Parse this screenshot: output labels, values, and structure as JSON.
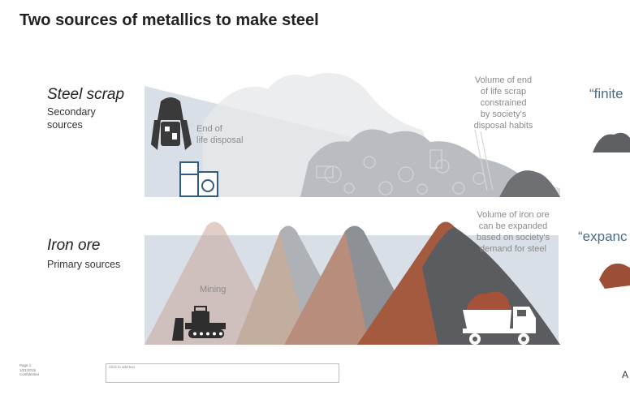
{
  "title": "Two sources of metallics to make steel",
  "steel_scrap": {
    "heading": "Steel scrap",
    "subheading": "Secondary\nsources",
    "disposal_label": "End of\nlife disposal",
    "note": "Volume of end\nof life scrap\nconstrained\nby society's\ndisposal habits",
    "quote": "“finite"
  },
  "iron_ore": {
    "heading": "Iron ore",
    "subheading": "Primary sources",
    "mining_label": "Mining",
    "note": "Volume of iron ore\ncan be expanded\nbased on society's\ndemand for steel",
    "quote": "“expanc"
  },
  "footer": {
    "page_meta": "Page 1\n1/01/2015\nConfidential",
    "textbox_placeholder": "Click to add text",
    "corner_text": "A"
  },
  "colors": {
    "panel": "#d9dfe6",
    "scrap_pile": "#b9bcc0",
    "mountain_pink": "#c9a69a",
    "mountain_grey": "#8d9094",
    "mountain_rust": "#a35a3f",
    "quote_blue": "#4a6a86"
  }
}
